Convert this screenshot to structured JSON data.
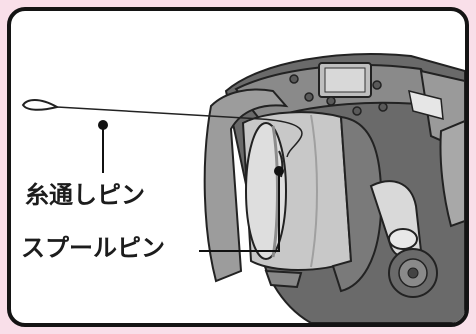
{
  "labels": {
    "line_pin": "糸通しピン",
    "spool_pin": "スプールピン"
  },
  "colors": {
    "background": "#f9dfe9",
    "frame_border": "#141414",
    "reel_body": "#6a6a6a",
    "spool": "#c8c8c8"
  },
  "icons": {
    "reel": "electric-fishing-reel-illustration"
  }
}
